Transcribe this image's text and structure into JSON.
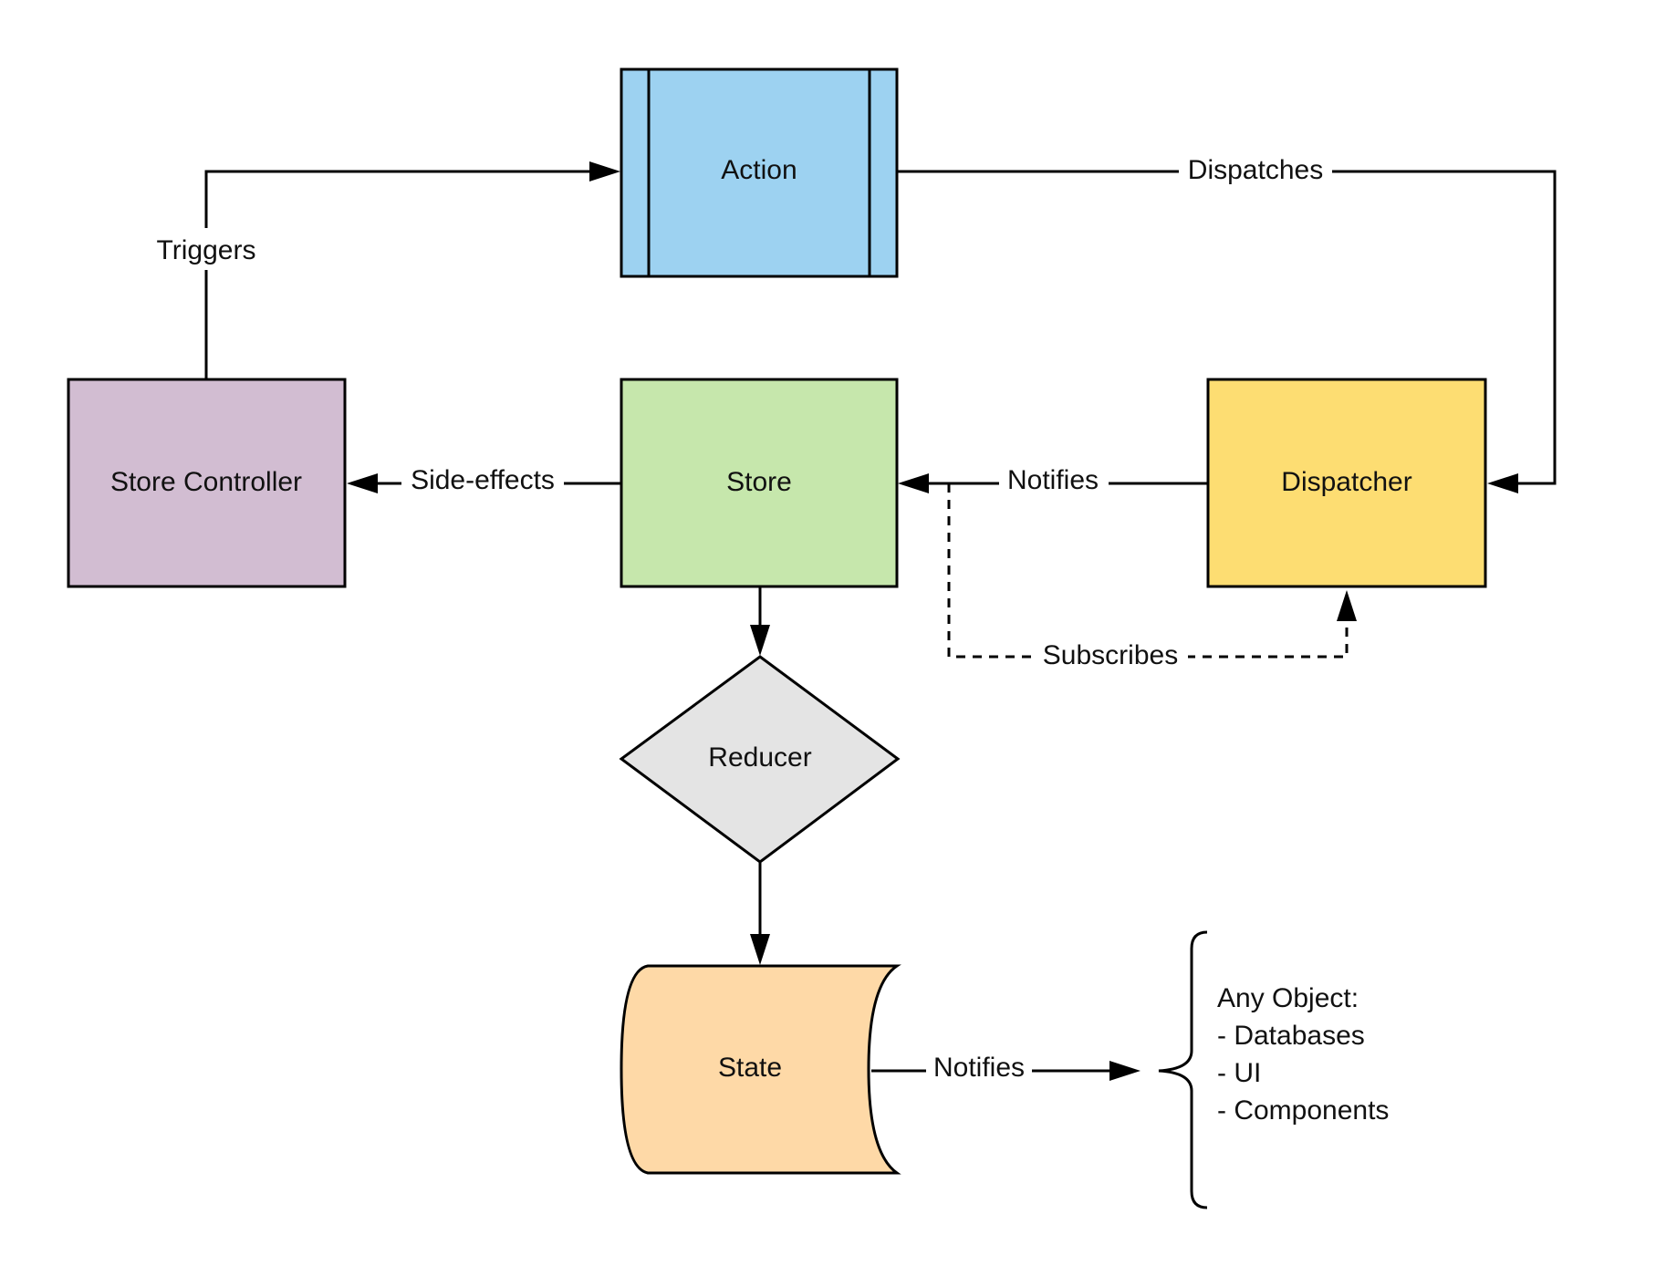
{
  "nodes": {
    "action": {
      "label": "Action",
      "color": "#9dd2f1"
    },
    "store_controller": {
      "label": "Store Controller",
      "color": "#d2bdd2"
    },
    "store": {
      "label": "Store",
      "color": "#c6e7ac"
    },
    "dispatcher": {
      "label": "Dispatcher",
      "color": "#fddd72"
    },
    "reducer": {
      "label": "Reducer",
      "color": "#e4e4e4"
    },
    "state": {
      "label": "State",
      "color": "#fed9a7"
    }
  },
  "edges": {
    "triggers": "Triggers",
    "dispatches": "Dispatches",
    "side_effects": "Side-effects",
    "notifies_store": "Notifies",
    "subscribes": "Subscribes",
    "notifies_state": "Notifies"
  },
  "note": {
    "title": "Any Object:",
    "items": [
      "- Databases",
      "- UI",
      "- Components"
    ]
  }
}
